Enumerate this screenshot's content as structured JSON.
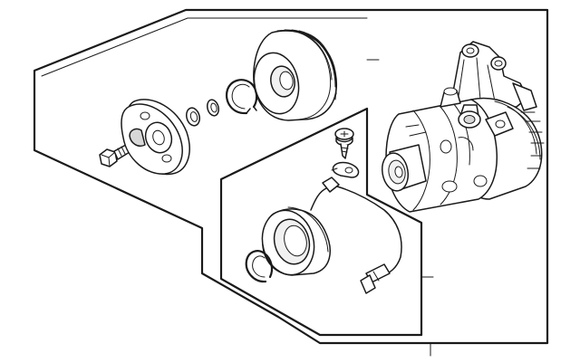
{
  "diagram": {
    "background": "#ffffff",
    "line_color": "#1a1a1a",
    "parts": [
      "clutch-hub-bolt",
      "clutch-hub-plate",
      "shim-washer-large",
      "shim-washer-small",
      "snap-ring-pulley",
      "pulley",
      "wire-clip-screw",
      "wire-clip",
      "field-coil",
      "coil-connector",
      "snap-ring-coil",
      "compressor-body"
    ]
  }
}
